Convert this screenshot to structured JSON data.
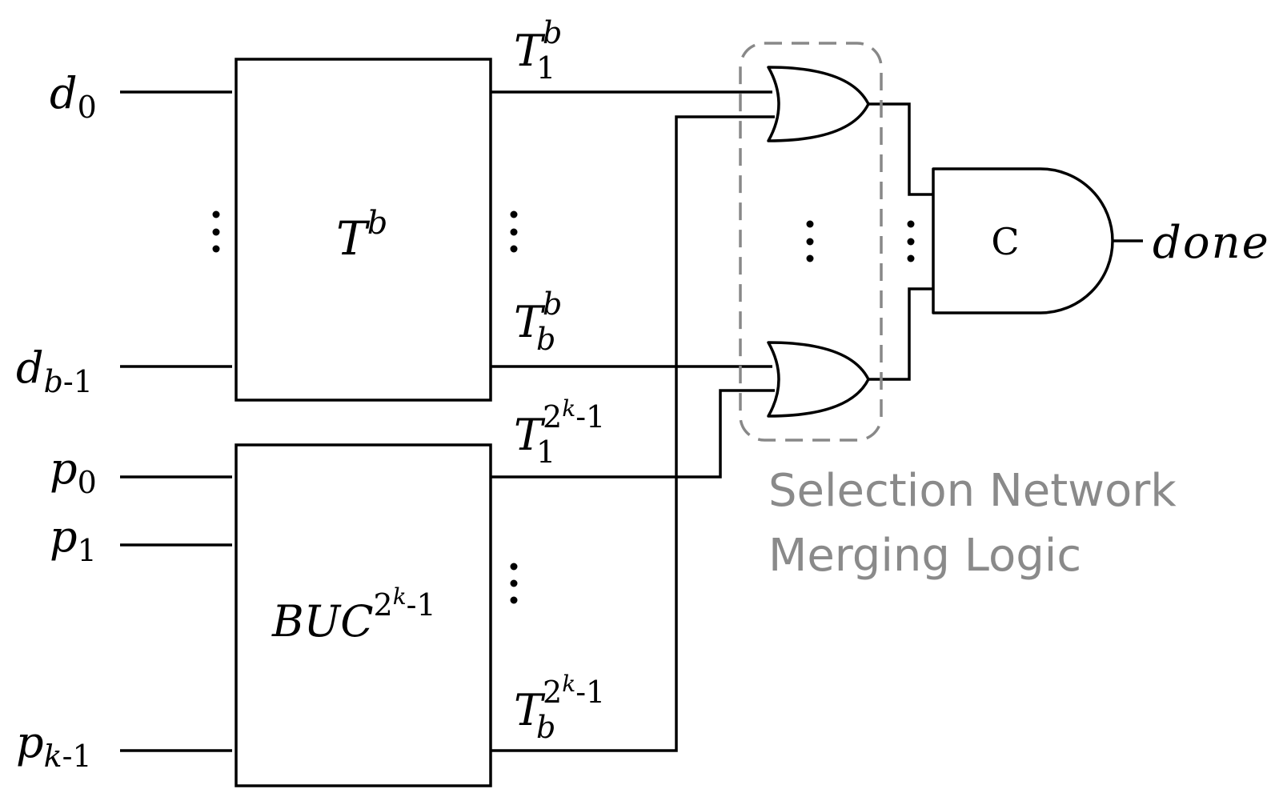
{
  "inputs": {
    "d0": {
      "base": "d",
      "sub": "0"
    },
    "db1": {
      "base": "d",
      "sub_var": "b",
      "sub_rest": "-1"
    },
    "p0": {
      "base": "p",
      "sub": "0"
    },
    "p1": {
      "base": "p",
      "sub": "1"
    },
    "pk1": {
      "base": "p",
      "sub_var": "k",
      "sub_rest": "-1"
    }
  },
  "blocks": {
    "tb": {
      "base": "T",
      "sup": "b"
    },
    "buc": {
      "base": "BUC",
      "sup_a": "2",
      "sup_b": "k",
      "sup_c": "-1"
    }
  },
  "outputs": {
    "t1b": {
      "base": "T",
      "sub": "1",
      "sup": "b"
    },
    "tbb": {
      "base": "T",
      "sub": "b",
      "sup": "b"
    },
    "t1k": {
      "base": "T",
      "sub": "1",
      "sup_a": "2",
      "sup_b": "k",
      "sup_c": "-1"
    },
    "tbk": {
      "base": "T",
      "sub": "b",
      "sup_a": "2",
      "sup_b": "k",
      "sup_c": "-1"
    }
  },
  "c_gate": {
    "label": "C"
  },
  "done": {
    "label": "done"
  },
  "group": {
    "line1": "Selection Network",
    "line2": "Merging Logic"
  }
}
